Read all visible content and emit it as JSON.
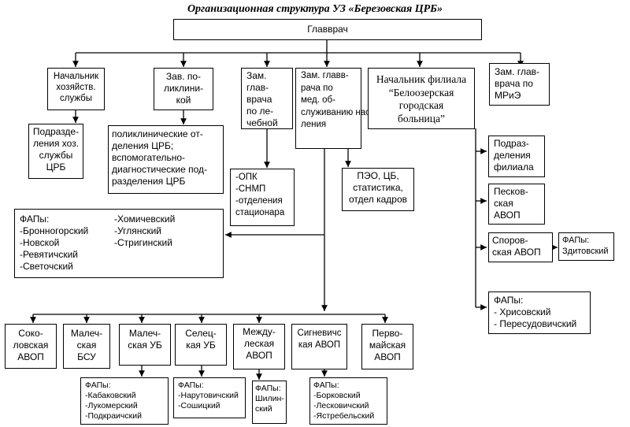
{
  "title": "Организационная структура УЗ «Березовская ЦРБ»",
  "boxes": {
    "head": "Главврач",
    "hoz": "Начальник\nхозяйств.\nслужбы",
    "hoz_sub": "Подразде-\nления хоз.\nслужбы\nЦРБ",
    "polik": "Зав. по-\nликлини-\nкой",
    "polik_sub": "поликлинические от-\nделения ЦРБ;\nвспомогательно-\nдиагностические под-\nразделения ЦРБ",
    "lech": "Зам.\nглав-\nврача\nпо ле-\nчебной",
    "lech_sub": "-ОПК\n-СНМП\n-отделения\nстационара",
    "med": "Зам. главв-\nрача по\nмед. об-\nслуживанию насе-\nления",
    "peo": "ПЭО, ЦБ,\nстатистика,\nотдел кадров",
    "filial": "Начальник филиала\n“Белоозерская\nгородская\nбольница”",
    "mrie": "Зам. глав-\nврача по\nМРиЭ",
    "fil_sub": "Подраз-\nделения\nфилиала",
    "peskov": "Песков-\nская\nАВОП",
    "sporov": "Споров-\nская АВОП",
    "zditov": "ФАПы:\nЗдитовский",
    "fil_fap": "ФАПы:\n- Хрисовский\n- Пересудовичский",
    "faps_main_left": "ФАПы:\n-Бронногорский\n-Новской\n-Ревятичский\n-Светочский",
    "faps_main_right": "-Хомичевский\n-Углянский\n-Стригинский",
    "sokol": "Соко-\nловская\nАВОП",
    "malech_bsu": "Малеч-\nская\nБСУ",
    "malech_ub": "Малеч-\nская УБ",
    "selec": "Селец-\nкая УБ",
    "mezhd": "Между-\nлеская\nАВОП",
    "signev": "Сигневичс\nкая АВОП",
    "pervo": "Перво-\nмайская\nАВОП",
    "fap_malech": "ФАПы:\n-Кабаковский\n-Лукомерский\n-Подкраичский",
    "fap_selec": "ФАПы:\n-Нарутовичский\n-Сошицкий",
    "fap_mezhd": "ФАПы:\nШилин-\nский",
    "fap_signev": "ФАПы:\n-Борковский\n-Лесковичский\n-Ястребельский"
  }
}
